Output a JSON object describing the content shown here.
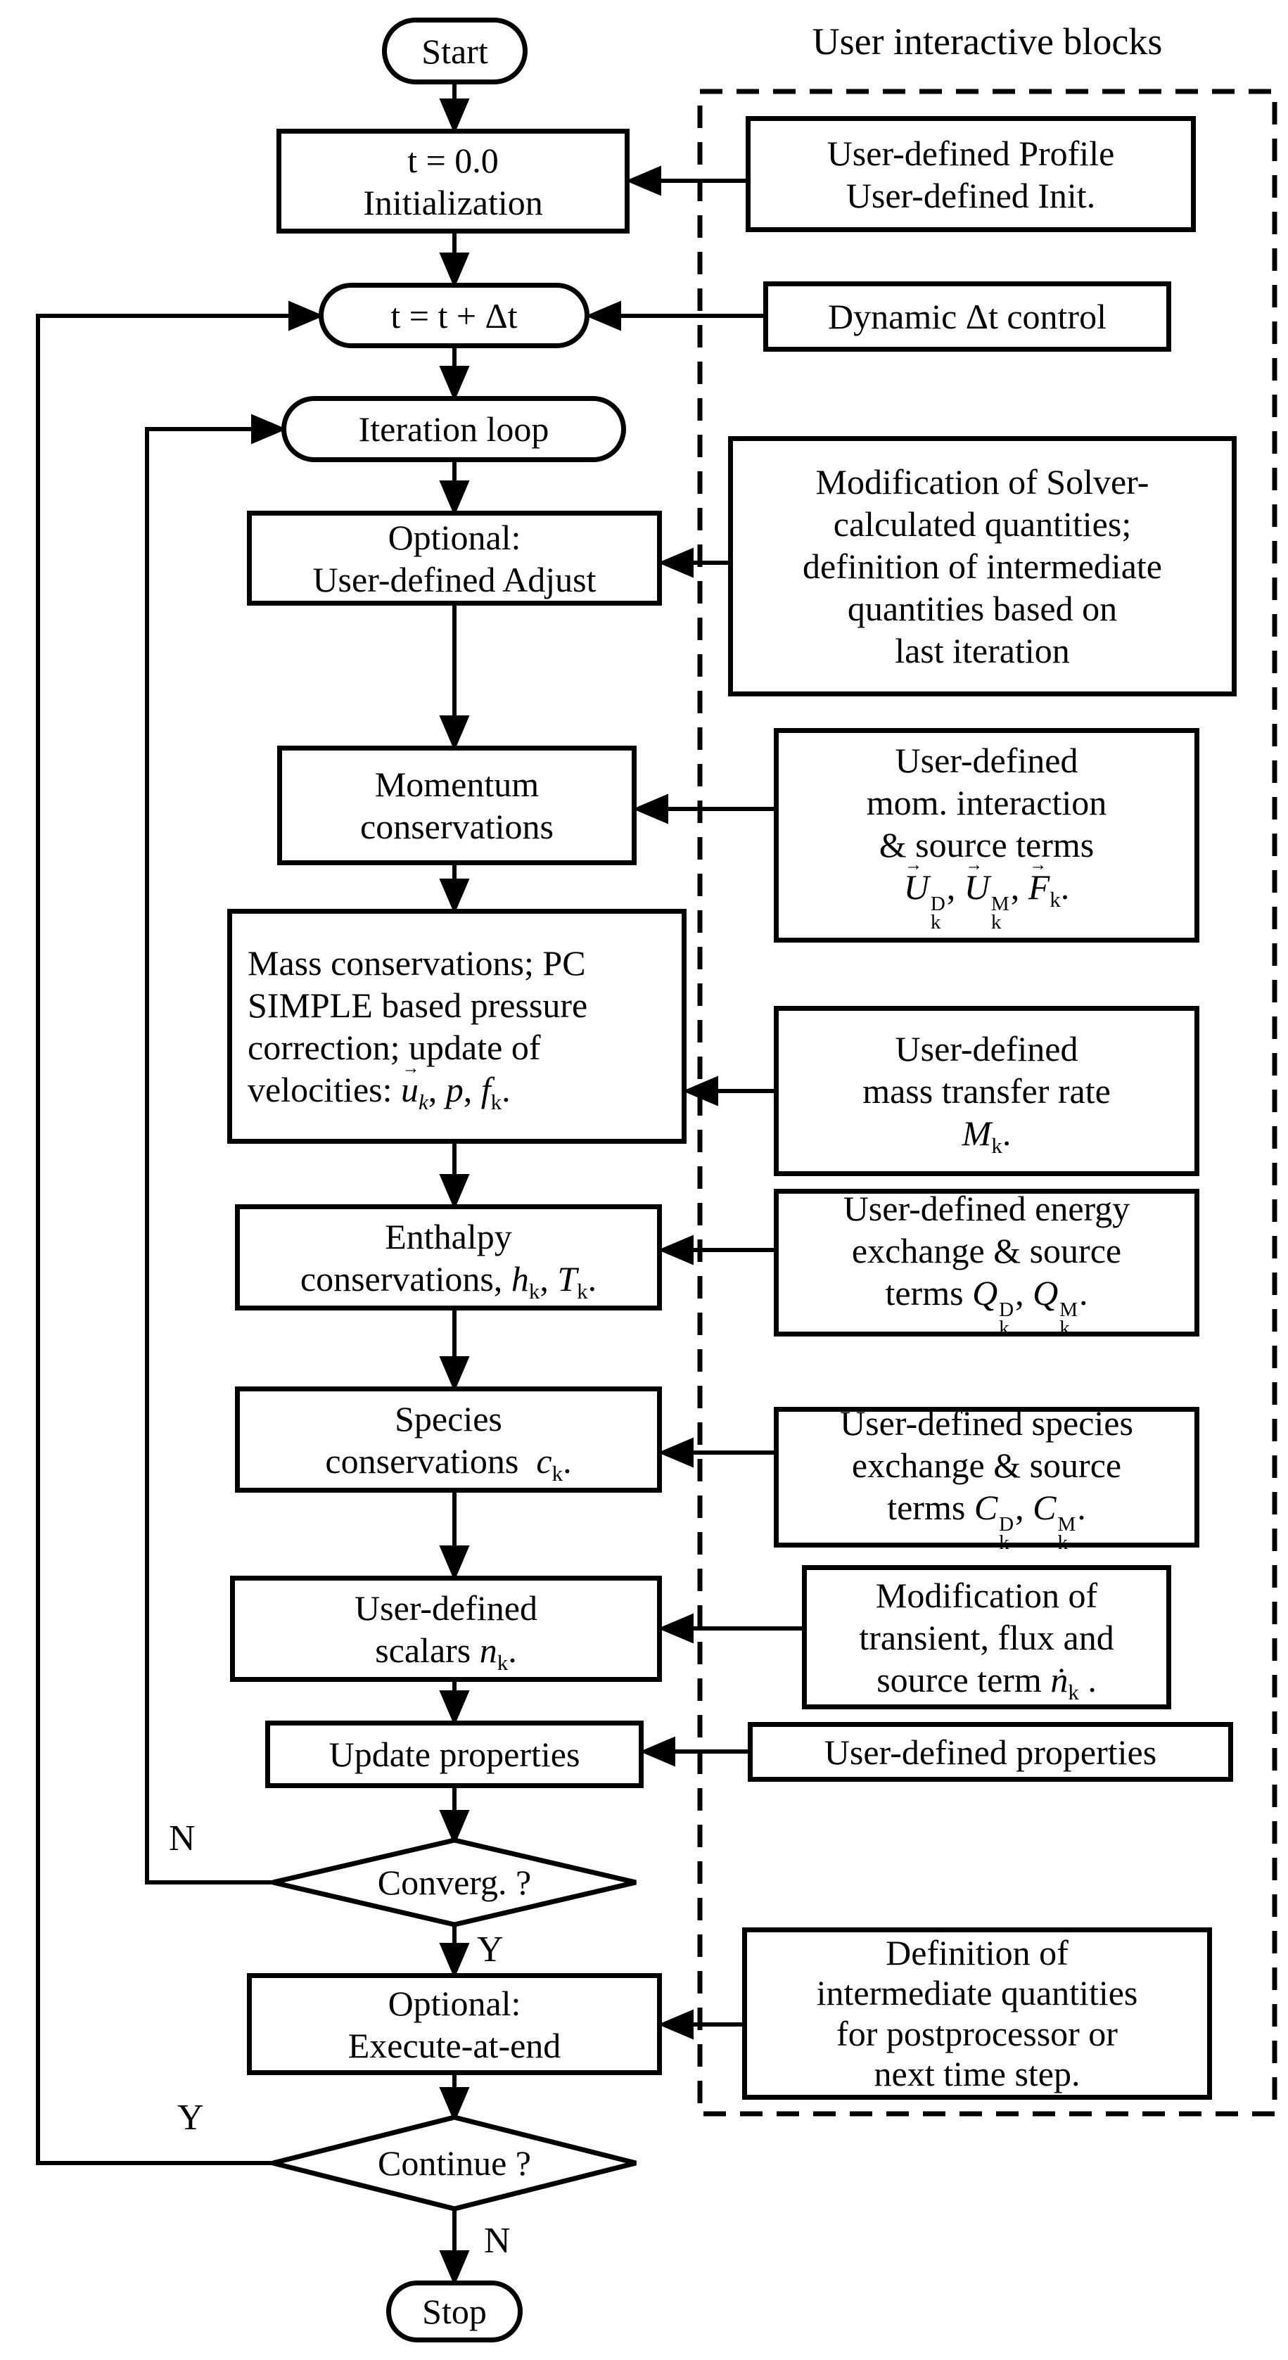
{
  "diagram": {
    "title": "User interactive blocks",
    "branch_labels": {
      "no": "N",
      "yes": "Y"
    },
    "colors": {
      "ink": "#000000",
      "paper": "#ffffff"
    }
  },
  "nodes": {
    "start": {
      "label": "Start"
    },
    "init": {
      "lines": [
        "t = 0.0",
        "Initialization"
      ]
    },
    "time_step": {
      "label": "t = t + Δt"
    },
    "iteration": {
      "label": "Iteration loop"
    },
    "adjust": {
      "lines": [
        "Optional:",
        "User-defined Adjust"
      ]
    },
    "momentum": {
      "lines": [
        "Momentum",
        "conservations"
      ]
    },
    "mass": {
      "lines": [
        "Mass conservations; PC",
        "SIMPLE based pressure",
        "correction; update of",
        "velocities: <span class=\"vec\"><i>u</i></span><sub><i>k</i></sub>, <i>p</i>, <i>f</i><sub>k</sub>."
      ]
    },
    "enthalpy": {
      "lines": [
        "Enthalpy",
        "conservations, <i>h</i><sub>k</sub>, <i>T</i><sub>k</sub>."
      ]
    },
    "species": {
      "lines": [
        "Species",
        "conservations&nbsp;&nbsp;<i>c</i><sub>k</sub>."
      ]
    },
    "scalars": {
      "lines": [
        "User-defined",
        "scalars <i>n</i><sub>k</sub>."
      ]
    },
    "update": {
      "label": "Update properties"
    },
    "converg": {
      "label": "Converg. ?"
    },
    "execute": {
      "lines": [
        "Optional:",
        "Execute-at-end"
      ]
    },
    "continue": {
      "label": "Continue ?"
    },
    "stop": {
      "label": "Stop"
    }
  },
  "user_blocks": {
    "profile": {
      "lines": [
        "User-defined Profile",
        "User-defined Init."
      ]
    },
    "dt_control": {
      "label": "Dynamic Δt control"
    },
    "solver_mod": {
      "lines": [
        "Modification of Solver-",
        "calculated quantities;",
        "definition of intermediate",
        "quantities based on",
        "last iteration"
      ]
    },
    "momentum_terms": {
      "lines": [
        "User-defined",
        "mom. interaction",
        "& source terms",
        "<span class=\"vec\"><i>U</i></span><span class=\"ss\"><span>D</span><span>k</span></span>, <span class=\"vec\"><i>U</i></span><span class=\"ss\"><span>M</span><span>k</span></span>, <span class=\"vec\"><i>F</i></span><sub>k</sub>."
      ]
    },
    "mass_transfer": {
      "lines": [
        "User-defined",
        "mass transfer rate",
        "<i>M</i><sub>k</sub>."
      ]
    },
    "energy_terms": {
      "lines": [
        "User-defined energy",
        "exchange & source",
        "terms <i>Q</i><span class=\"ss\"><span>D</span><span>k</span></span>, <i>Q</i><span class=\"ss\"><span>M</span><span>k</span></span>."
      ]
    },
    "species_terms": {
      "lines": [
        "User-defined species",
        "exchange & source",
        "terms <i>C</i><span class=\"ss\"><span>D</span><span>k</span></span>, <i>C</i><span class=\"ss\"><span>M</span><span>k</span></span>."
      ]
    },
    "transient_mod": {
      "lines": [
        "Modification of",
        "transient, flux and",
        "source term <i>ṅ</i><sub>k</sub> ."
      ]
    },
    "properties": {
      "label": "User-defined properties"
    },
    "definition": {
      "lines": [
        "Definition of",
        "intermediate quantities",
        "for postprocessor or",
        "next time step."
      ]
    }
  }
}
